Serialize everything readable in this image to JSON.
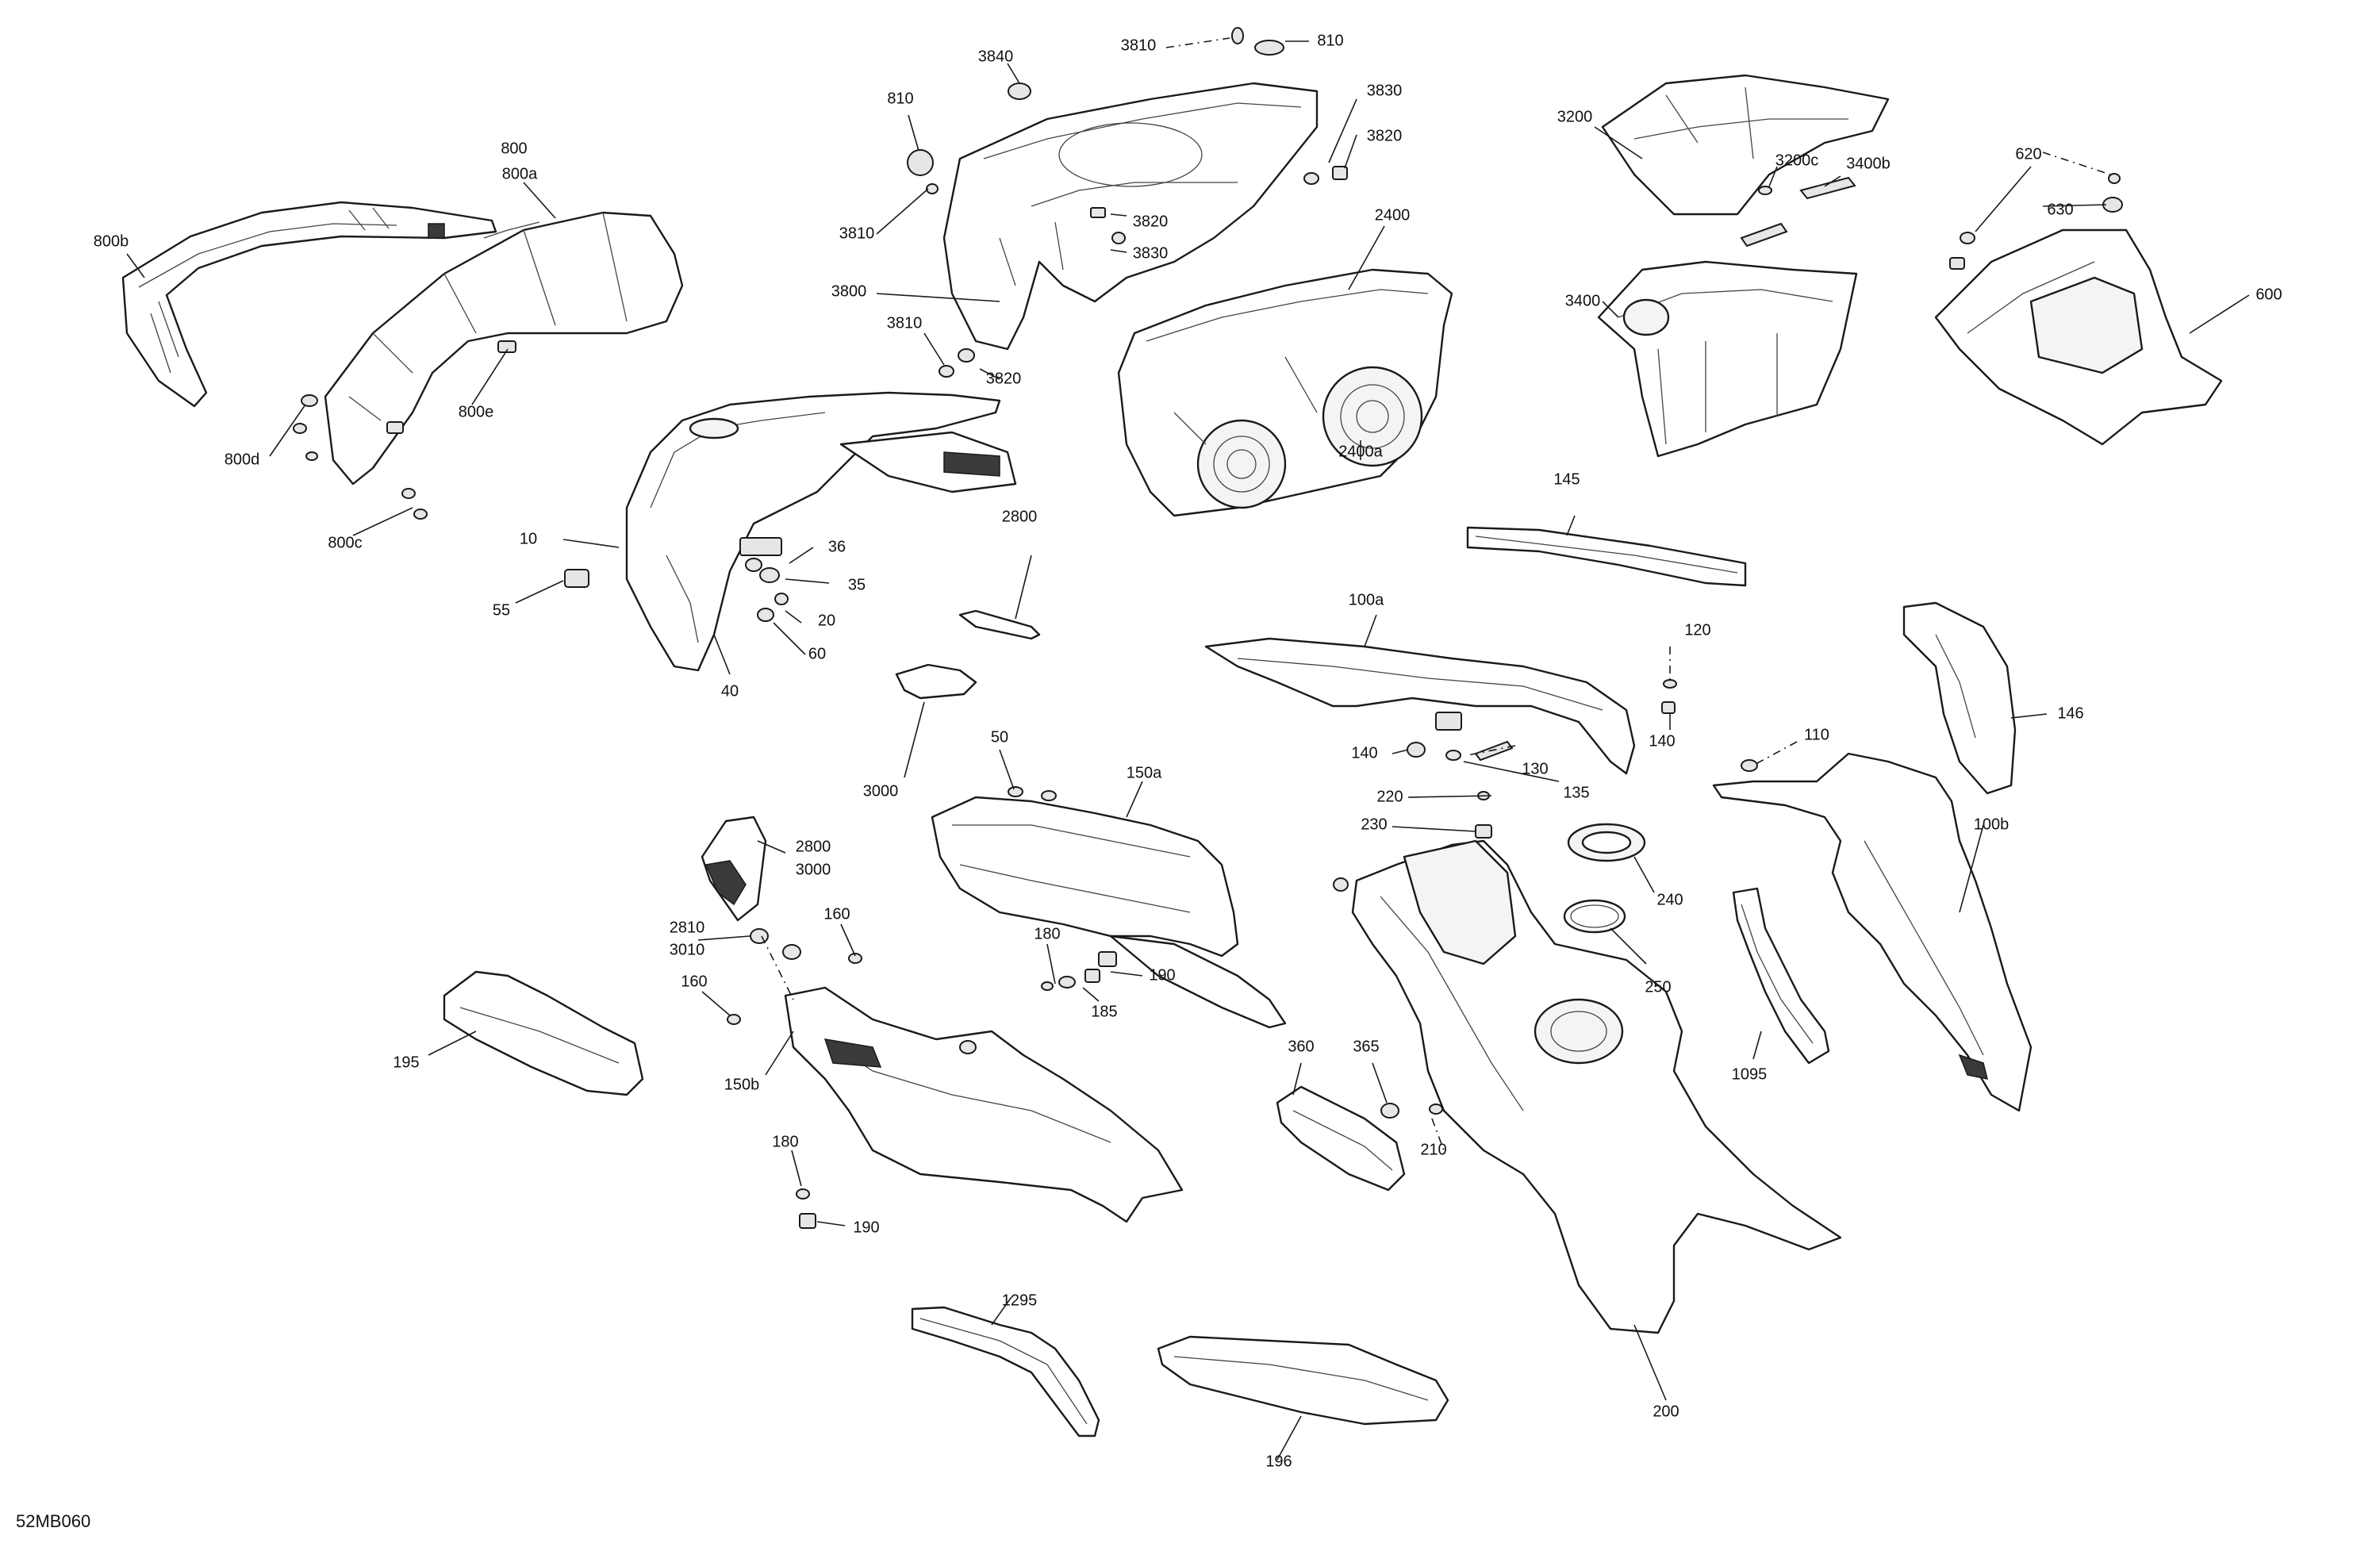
{
  "diagram": {
    "code": "52MB060",
    "labels": {
      "l3810a": "3810",
      "l810a": "810",
      "l3840": "3840",
      "l810b": "810",
      "l3830a": "3830",
      "l3820a": "3820",
      "l3810b": "3810",
      "l3820b": "3820",
      "l3830b": "3830",
      "l3800": "3800",
      "l3810c": "3810",
      "l3820c": "3820",
      "l800": "800",
      "l800a": "800a",
      "l800b": "800b",
      "l800e": "800e",
      "l800d": "800d",
      "l800c": "800c",
      "l2400": "2400",
      "l2400a": "2400a",
      "l3200": "3200",
      "l3200c": "3200c",
      "l3400b": "3400b",
      "l3400": "3400",
      "l620": "620",
      "l630": "630",
      "l600": "600",
      "l10": "10",
      "l36": "36",
      "l35": "35",
      "l55": "55",
      "l20": "20",
      "l60": "60",
      "l40": "40",
      "l2800a": "2800",
      "l3000a": "3000",
      "l145": "145",
      "l100a": "100a",
      "l120": "120",
      "l140a": "140",
      "l140b": "140",
      "l130": "130",
      "l135": "135",
      "l146": "146",
      "l110": "110",
      "l100b": "100b",
      "l50": "50",
      "l150a": "150a",
      "l2800b": "2800",
      "l3000b": "3000",
      "l2810": "2810",
      "l3010": "3010",
      "l160a": "160",
      "l160b": "160",
      "l180a": "180",
      "l190a": "190",
      "l185": "185",
      "l195": "195",
      "l150b": "150b",
      "l180b": "180",
      "l190b": "190",
      "l220": "220",
      "l230": "230",
      "l240": "240",
      "l250": "250",
      "l1095": "1095",
      "l360": "360",
      "l365": "365",
      "l210": "210",
      "l200": "200",
      "l1295": "1295",
      "l196": "196"
    }
  }
}
